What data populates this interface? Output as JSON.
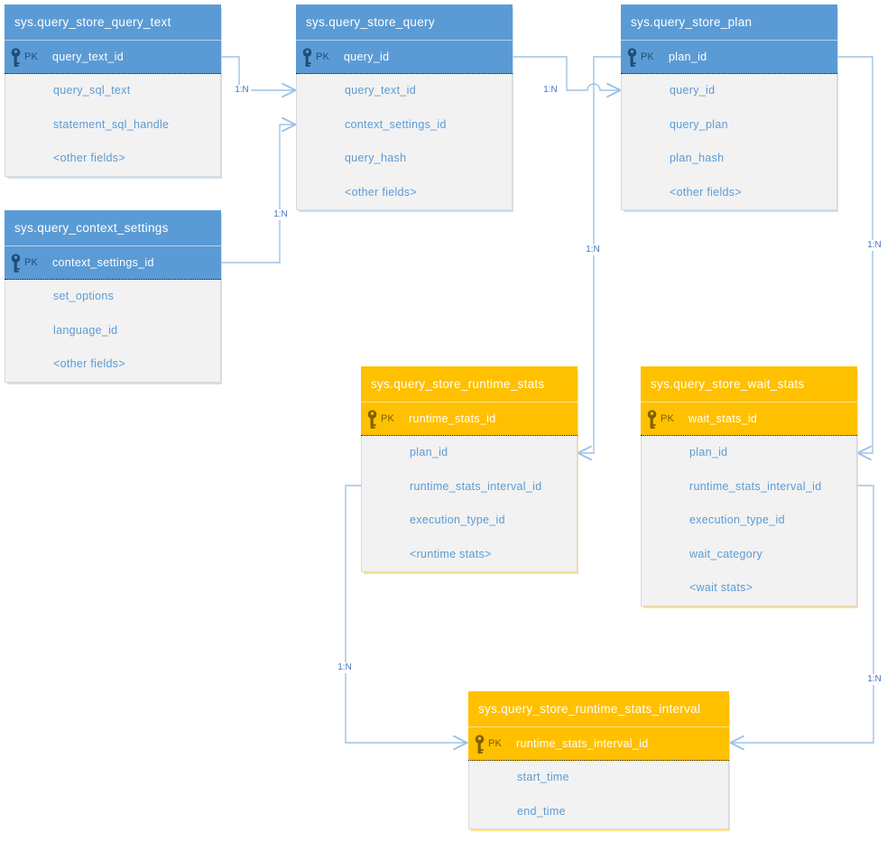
{
  "colors": {
    "blue_header": "#5B9BD5",
    "orange_header": "#FFC000",
    "body_background": "#F2F2F2",
    "field_text": "#5B9BD5",
    "connector_line": "#9DC3E6",
    "cardinality_text": "#4472C4",
    "key_icon_blue": "#1F4E79",
    "key_icon_orange": "#7F6000"
  },
  "tables": [
    {
      "title": "sys.query_store_query_text",
      "theme": "blue",
      "pk_label": "PK",
      "pk_field": "query_text_id",
      "fields": [
        "query_sql_text",
        "statement_sql_handle",
        "<other fields>"
      ]
    },
    {
      "title": "sys.query_store_query",
      "theme": "blue",
      "pk_label": "PK",
      "pk_field": "query_id",
      "fields": [
        "query_text_id",
        "context_settings_id",
        "query_hash",
        "<other fields>"
      ]
    },
    {
      "title": "sys.query_store_plan",
      "theme": "blue",
      "pk_label": "PK",
      "pk_field": "plan_id",
      "fields": [
        "query_id",
        "query_plan",
        "plan_hash",
        "<other fields>"
      ]
    },
    {
      "title": "sys.query_context_settings",
      "theme": "blue",
      "pk_label": "PK",
      "pk_field": "context_settings_id",
      "fields": [
        "set_options",
        "language_id",
        "<other fields>"
      ]
    },
    {
      "title": "sys.query_store_runtime_stats",
      "theme": "orange",
      "pk_label": "PK",
      "pk_field": "runtime_stats_id",
      "fields": [
        "plan_id",
        "runtime_stats_interval_id",
        "execution_type_id",
        "<runtime stats>"
      ]
    },
    {
      "title": "sys.query_store_wait_stats",
      "theme": "orange",
      "pk_label": "PK",
      "pk_field": "wait_stats_id",
      "fields": [
        "plan_id",
        "runtime_stats_interval_id",
        "execution_type_id",
        "wait_category",
        "<wait stats>"
      ]
    },
    {
      "title": "sys.query_store_runtime_stats_interval",
      "theme": "orange",
      "pk_label": "PK",
      "pk_field": "runtime_stats_interval_id",
      "fields": [
        "start_time",
        "end_time"
      ]
    }
  ],
  "relationships": [
    {
      "from": "sys.query_store_query_text.query_text_id",
      "to": "sys.query_store_query.query_text_id",
      "label": "1:N"
    },
    {
      "from": "sys.query_context_settings.context_settings_id",
      "to": "sys.query_store_query.context_settings_id",
      "label": "1:N"
    },
    {
      "from": "sys.query_store_query.query_id",
      "to": "sys.query_store_plan.query_id",
      "label": "1:N"
    },
    {
      "from": "sys.query_store_plan.plan_id",
      "to": "sys.query_store_runtime_stats.plan_id",
      "label": "1:N"
    },
    {
      "from": "sys.query_store_plan.plan_id",
      "to": "sys.query_store_wait_stats.plan_id",
      "label": "1:N"
    },
    {
      "from": "sys.query_store_runtime_stats_interval.runtime_stats_interval_id",
      "to": "sys.query_store_runtime_stats.runtime_stats_interval_id",
      "label": "1:N"
    },
    {
      "from": "sys.query_store_runtime_stats_interval.runtime_stats_interval_id",
      "to": "sys.query_store_wait_stats.runtime_stats_interval_id",
      "label": "1:N"
    }
  ]
}
